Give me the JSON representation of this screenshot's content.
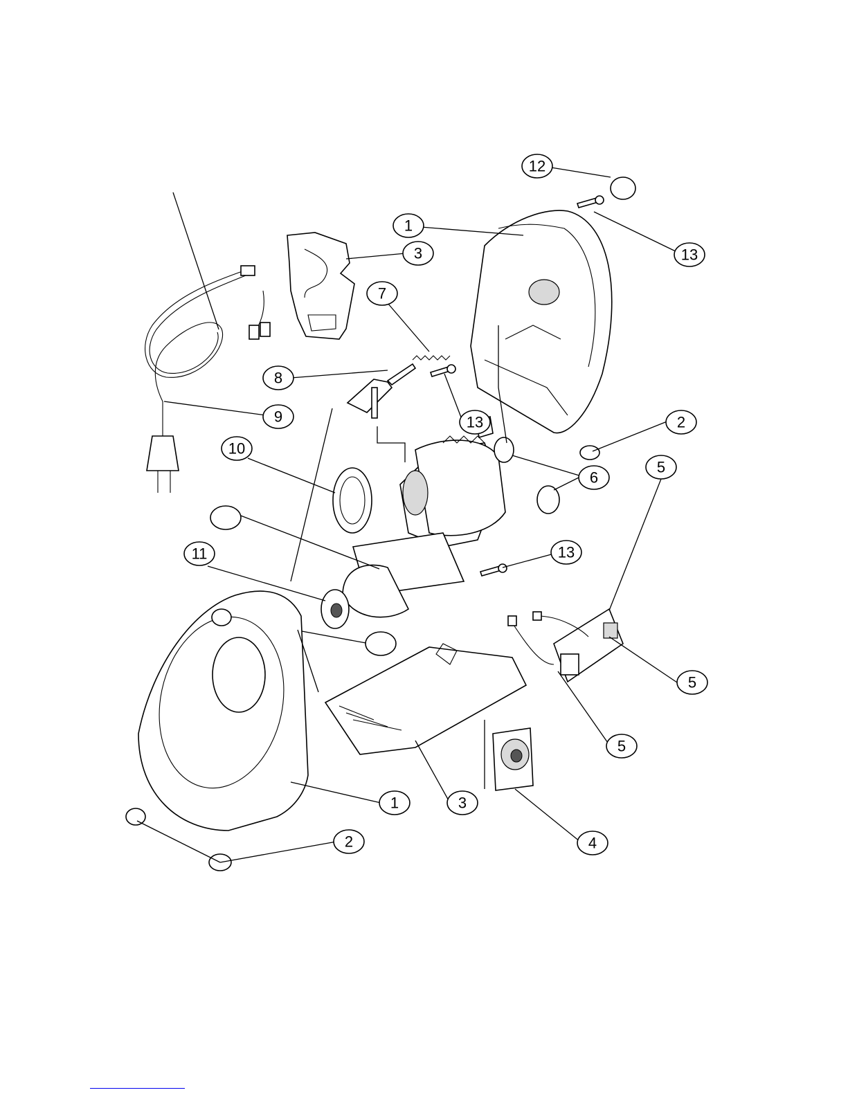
{
  "callouts": [
    {
      "id": "c12-top",
      "label": "12"
    },
    {
      "id": "c1-top",
      "label": "1"
    },
    {
      "id": "c3-top",
      "label": "3"
    },
    {
      "id": "c13-top",
      "label": "13"
    },
    {
      "id": "c7",
      "label": "7"
    },
    {
      "id": "c8",
      "label": "8"
    },
    {
      "id": "c9",
      "label": "9"
    },
    {
      "id": "c13-mid",
      "label": "13"
    },
    {
      "id": "c2-right",
      "label": "2"
    },
    {
      "id": "c10",
      "label": "10"
    },
    {
      "id": "c6",
      "label": "6"
    },
    {
      "id": "c5-top",
      "label": "5"
    },
    {
      "id": "c-blank-upper",
      "label": ""
    },
    {
      "id": "c11",
      "label": "11"
    },
    {
      "id": "c13-low",
      "label": "13"
    },
    {
      "id": "c-blank-lower",
      "label": ""
    },
    {
      "id": "c5-right",
      "label": "5"
    },
    {
      "id": "c5-low",
      "label": "5"
    },
    {
      "id": "c1-bottom",
      "label": "1"
    },
    {
      "id": "c3-bottom",
      "label": "3"
    },
    {
      "id": "c2-bottom",
      "label": "2"
    },
    {
      "id": "c4",
      "label": "4"
    }
  ]
}
